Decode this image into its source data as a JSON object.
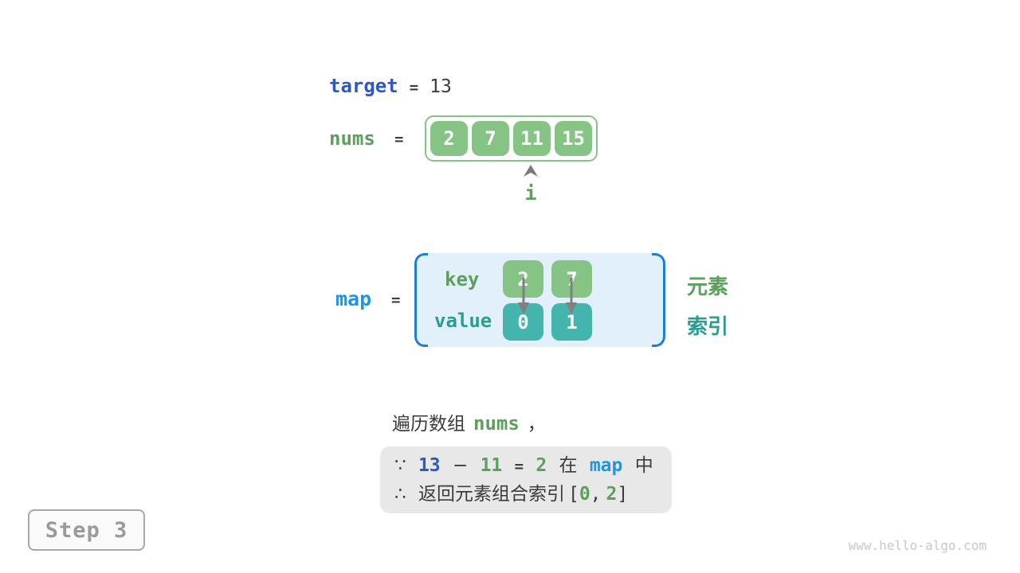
{
  "colors": {
    "array_green": "#86c486",
    "teal": "#43b5ac",
    "map_bg": "#e1f0fa",
    "bracket_blue": "#1c7ed6",
    "target_blue": "#2d58c7",
    "map_blue": "#1d96e8",
    "green_text": "#5ba05b",
    "teal_text": "#2b9c92",
    "dark_text": "#3c3c3c",
    "note_bg": "#e8e8e8"
  },
  "target_row": {
    "label": "target",
    "equals": "=",
    "value": "13"
  },
  "nums_row": {
    "label": "nums",
    "equals": "=",
    "cells": [
      "2",
      "7",
      "11",
      "15"
    ],
    "pointer_label": "i",
    "pointer_index": 2
  },
  "map_row": {
    "label": "map",
    "equals": "=",
    "key_label": "key",
    "value_label": "value",
    "keys": [
      "2",
      "7"
    ],
    "values": [
      "0",
      "1"
    ]
  },
  "side_labels": {
    "element": "元素",
    "index": "索引"
  },
  "caption": {
    "prefix": "遍历数组",
    "code": "nums",
    "comma": "，"
  },
  "note": {
    "line1": {
      "because": "∵",
      "minuend": "13",
      "minus": "−",
      "subtrahend": "11",
      "equals": "=",
      "difference": "2",
      "in_prefix": "在",
      "map": "map",
      "in_suffix": "中"
    },
    "line2": {
      "therefore": "∴",
      "text": "返回元素组合索引",
      "bracket_open": "[",
      "index1": "0",
      "comma": ",",
      "index2": "2",
      "bracket_close": "]"
    }
  },
  "step": {
    "label": "Step 3"
  },
  "watermark": "www.hello-algo.com"
}
